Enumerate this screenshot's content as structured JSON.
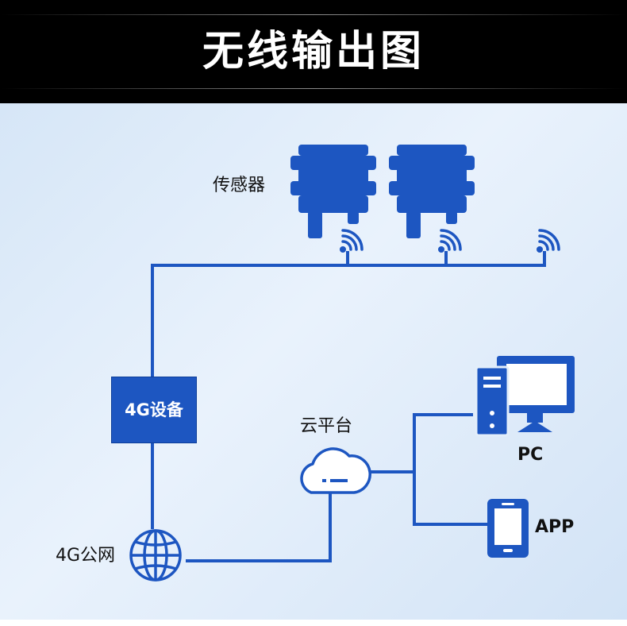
{
  "header": {
    "title": "无线输出图"
  },
  "diagram": {
    "sensor_label": "传感器",
    "device_label": "4G设备",
    "network_label": "4G公网",
    "cloud_label": "云平台",
    "pc_label": "PC",
    "app_label": "APP"
  },
  "colors": {
    "primary_blue": "#1d56c1",
    "header_bg": "#000000",
    "panel_bg": "#e3eefa"
  },
  "icons": [
    "sensor-icon",
    "wireless-signal-icon",
    "globe-icon",
    "cloud-icon",
    "desktop-computer-icon",
    "smartphone-icon"
  ]
}
